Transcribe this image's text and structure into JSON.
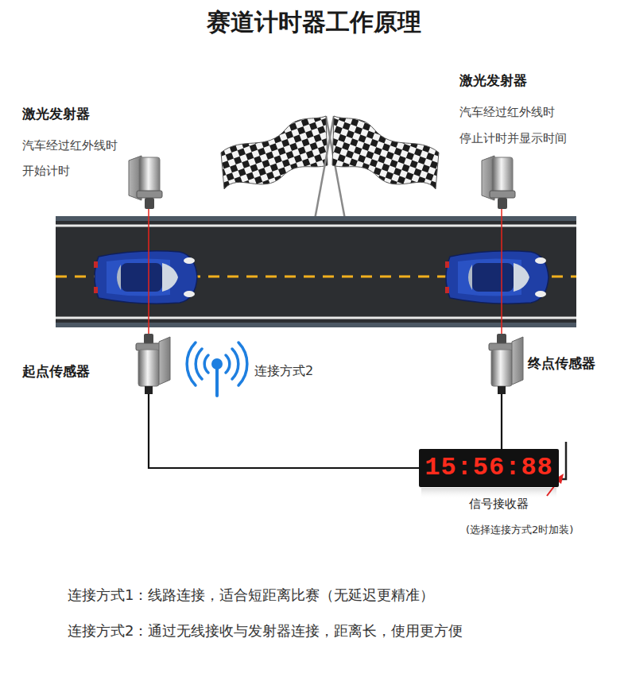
{
  "diagram": {
    "title": "赛道计时器工作原理",
    "nodes": [
      {
        "text": [
          "激光发射器",
          "汽车经过红外线时 开始计时"
        ]
      },
      {
        "text": [
          "激光发射器",
          "汽车经过红外线时 停止计时并显示时间"
        ]
      },
      {
        "text": [
          "起点传感器"
        ]
      },
      {
        "text": [
          "终点传感器"
        ]
      },
      {
        "text": [
          "15:56:88"
        ]
      }
    ],
    "edges": [
      {
        "from": 0,
        "to": 2,
        "arrow": "none"
      },
      {
        "from": 1,
        "to": 3,
        "arrow": "none"
      },
      {
        "from": 2,
        "to": 4,
        "arrow": "none"
      },
      {
        "from": 3,
        "to": 4,
        "arrow": "none"
      }
    ],
    "labels": [
      "连接方式2",
      "信号接收器",
      "(选择连接方式2时加装)",
      "连接方式1：线路连接，适合短距离比赛（无延迟更精准）",
      "连接方式2：通过无线接收与发射器连接，距离长，使用更方便"
    ]
  }
}
